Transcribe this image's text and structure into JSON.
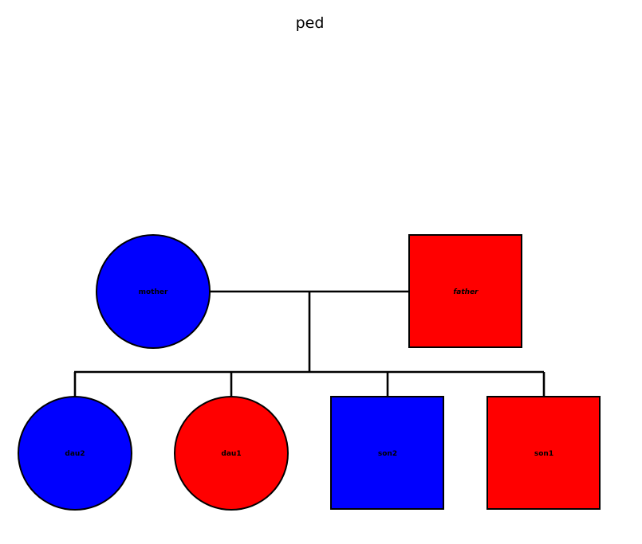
{
  "title": "ped",
  "colors": {
    "affected": "#ff0000",
    "unaffected": "#0000ff",
    "outline": "#000000",
    "line": "#000000"
  },
  "individuals": {
    "mother": {
      "label": "mother",
      "sex": "female",
      "shape": "circle",
      "color": "#0000ff"
    },
    "father": {
      "label": "father",
      "sex": "male",
      "shape": "square",
      "color": "#ff0000"
    },
    "dau2": {
      "label": "dau2",
      "sex": "female",
      "shape": "circle",
      "color": "#0000ff"
    },
    "dau1": {
      "label": "dau1",
      "sex": "female",
      "shape": "circle",
      "color": "#ff0000"
    },
    "son2": {
      "label": "son2",
      "sex": "male",
      "shape": "square",
      "color": "#0000ff"
    },
    "son1": {
      "label": "son1",
      "sex": "male",
      "shape": "square",
      "color": "#ff0000"
    }
  }
}
